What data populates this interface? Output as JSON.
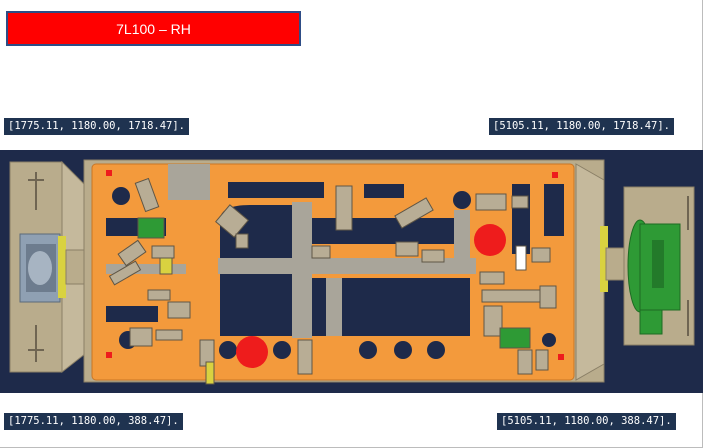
{
  "header": {
    "title": "7L100 – RH"
  },
  "coordinates": {
    "top_left": "[1775.11, 1180.00, 1718.47].",
    "top_right": "[5105.11, 1180.00, 1718.47].",
    "bottom_left": "[1775.11, 1180.00, 388.47].",
    "bottom_right": "[5105.11, 1180.00, 388.47]."
  },
  "colors": {
    "title_bg": "#ff0000",
    "label_bg": "#1f3350",
    "scene_bg": "#1e2a4a",
    "plate": "#f39a3c",
    "rail": "#b9ac8c",
    "motor": "#2e9a35",
    "marker": "#ee1c1c"
  }
}
